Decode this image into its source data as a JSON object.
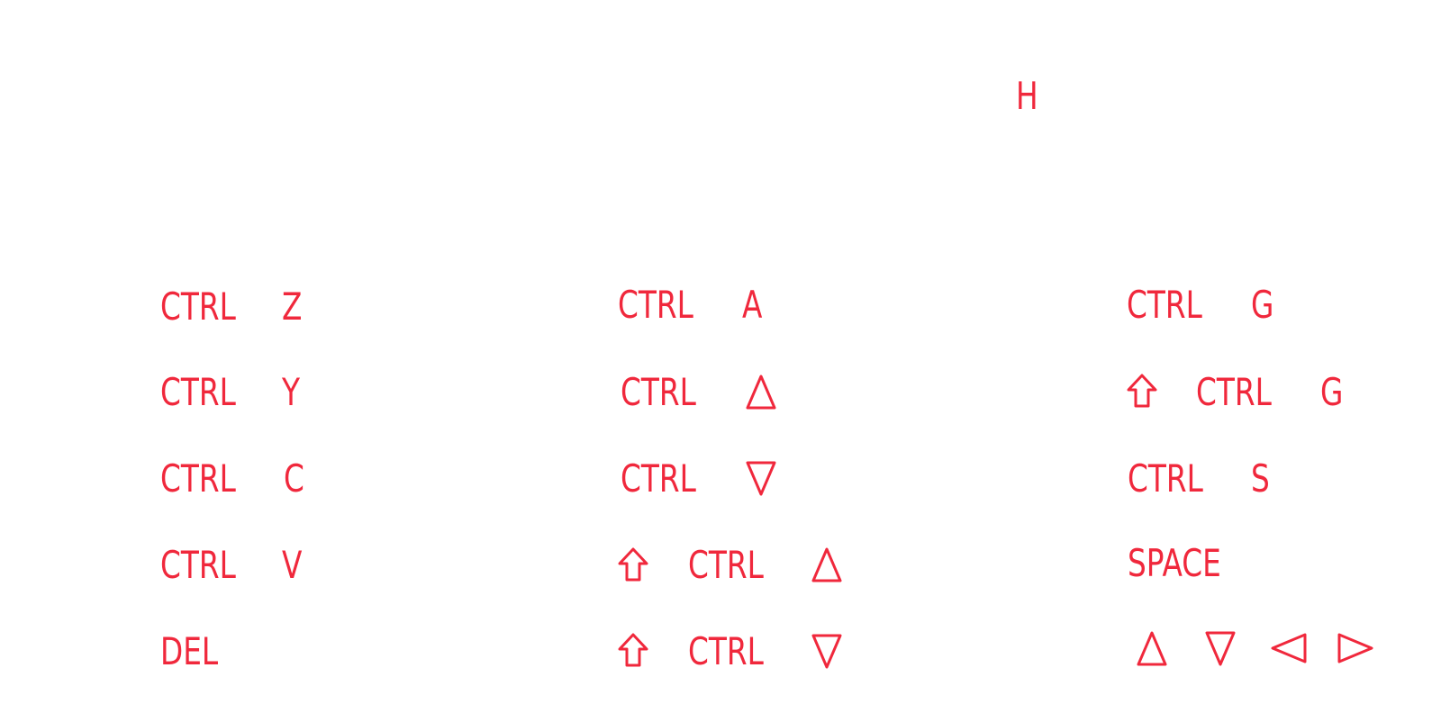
{
  "accent_color": "#f0283c",
  "top_key": "H",
  "columns": [
    {
      "rows": [
        {
          "keys": [
            "CTRL",
            "Z"
          ]
        },
        {
          "keys": [
            "CTRL",
            "Y"
          ]
        },
        {
          "keys": [
            "CTRL",
            "C"
          ]
        },
        {
          "keys": [
            "CTRL",
            "V"
          ]
        },
        {
          "keys": [
            "DEL"
          ]
        }
      ]
    },
    {
      "rows": [
        {
          "keys": [
            "CTRL",
            "A"
          ]
        },
        {
          "keys": [
            "CTRL"
          ],
          "icons": [
            "triangle-up-icon"
          ]
        },
        {
          "keys": [
            "CTRL"
          ],
          "icons": [
            "triangle-down-icon"
          ]
        },
        {
          "keys": [
            "CTRL"
          ],
          "icons": [
            "shift-icon",
            "triangle-up-icon"
          ]
        },
        {
          "keys": [
            "CTRL"
          ],
          "icons": [
            "shift-icon",
            "triangle-down-icon"
          ]
        }
      ]
    },
    {
      "rows": [
        {
          "keys": [
            "CTRL",
            "G"
          ]
        },
        {
          "keys": [
            "CTRL",
            "G"
          ],
          "icons": [
            "shift-icon"
          ]
        },
        {
          "keys": [
            "CTRL",
            "S"
          ]
        },
        {
          "keys": [
            "SPACE"
          ]
        },
        {
          "icons": [
            "triangle-up-icon",
            "triangle-down-icon",
            "triangle-left-icon",
            "triangle-right-icon"
          ]
        }
      ]
    }
  ]
}
